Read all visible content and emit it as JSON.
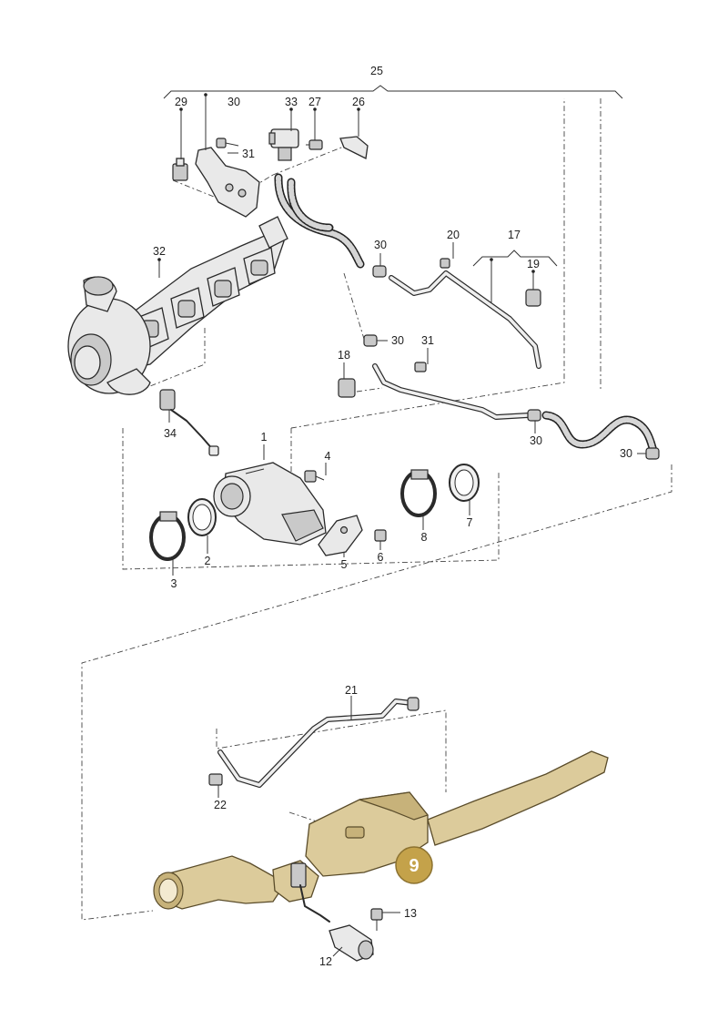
{
  "diagram": {
    "labels": {
      "l1": "1",
      "l2": "2",
      "l3": "3",
      "l4": "4",
      "l5": "5",
      "l6": "6",
      "l7": "7",
      "l8": "8",
      "l9": "9",
      "l12": "12",
      "l13": "13",
      "l17": "17",
      "l18": "18",
      "l19": "19",
      "l20": "20",
      "l21": "21",
      "l22": "22",
      "l25": "25",
      "l26": "26",
      "l27": "27",
      "l29": "29",
      "l30a": "30",
      "l30b": "30",
      "l30c": "30",
      "l30d": "30",
      "l30e": "30",
      "l31a": "31",
      "l31b": "31",
      "l32": "32",
      "l33": "33",
      "l34": "34"
    },
    "colors": {
      "highlight_part": "#dccb9b",
      "badge_fill": "#c4a24a",
      "badge_text": "#ffffff"
    }
  }
}
